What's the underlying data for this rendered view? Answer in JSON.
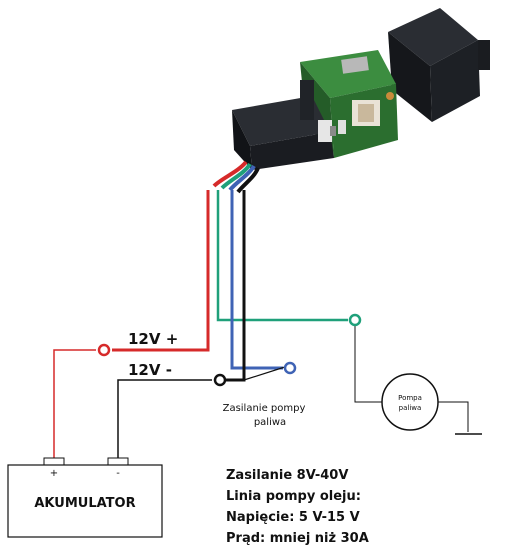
{
  "labels": {
    "plus_12v": "12V +",
    "minus_12v": "12V -",
    "pump_supply_line1": "Zasilanie pompy",
    "pump_supply_line2": "paliwa",
    "pump_line1": "Pompa",
    "pump_line2": "paliwa",
    "battery": "AKUMULATOR",
    "battery_plus": "+",
    "battery_minus": "-"
  },
  "specs": [
    "Zasilanie 8V-40V",
    "Linia pompy oleju:",
    "Napięcie: 5 V-15 V",
    "Prąd: mniej niż 30A"
  ],
  "colors": {
    "red": "#d62a2a",
    "green": "#1fa07a",
    "blue": "#3f63b5",
    "black": "#111111",
    "device_body": "#1c1f24",
    "pcb": "#2e7d32"
  }
}
